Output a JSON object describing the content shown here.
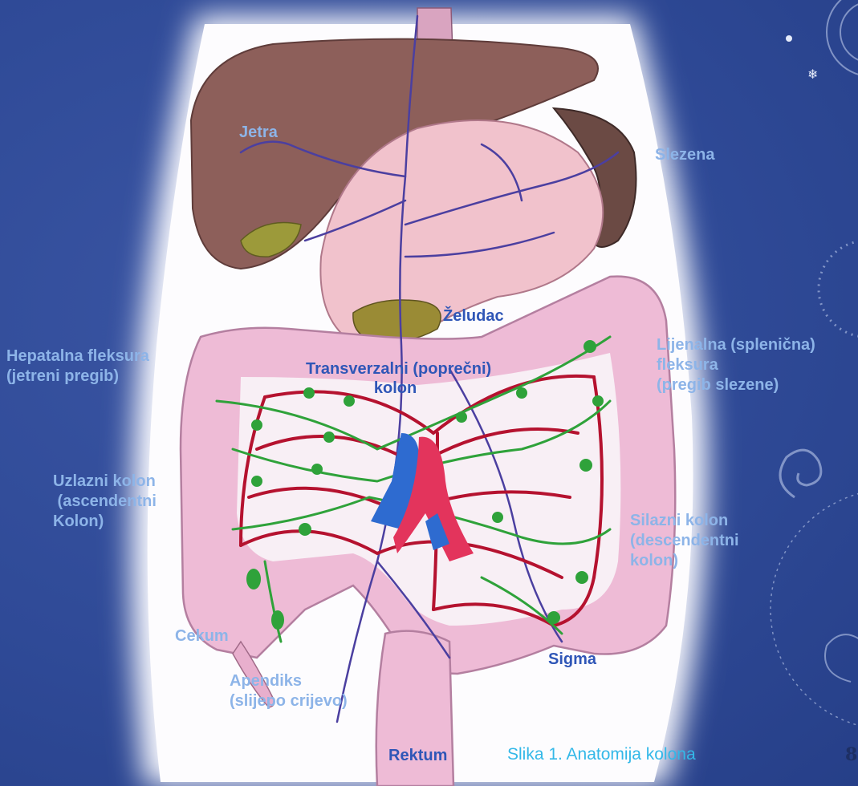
{
  "labels": {
    "jetra": "Jetra",
    "slezena": "Slezena",
    "zeludac": "Želudac",
    "hepatalna": [
      "Hepatalna fleksura",
      "(jetreni pregib)"
    ],
    "transverzalni": [
      "Transverzalni (poprečni)",
      "kolon"
    ],
    "lijenalna": [
      "Lijenalna (splenična)",
      "fleksura",
      "(pregib slezene)"
    ],
    "uzlazni": [
      "Uzlazni kolon",
      " (ascendentni",
      "Kolon)"
    ],
    "silazni": [
      "Silazni kolon",
      "(descendentni",
      "kolon)"
    ],
    "cekum": "Cekum",
    "apendiks": [
      "Apendiks",
      "(slijepo crijevo)"
    ],
    "sigma": "Sigma",
    "rektum": "Rektum"
  },
  "caption": "Slika 1. Anatomija kolona",
  "page_number": "8",
  "colors": {
    "background": "#2f4a97",
    "label_light": "#8db4e8",
    "label_dark": "#2f56b7",
    "caption": "#33b8e8",
    "artery": "#b3122e",
    "vein": "#2e6bd0",
    "lymph": "#2fa23a",
    "colon": "#e8b3d2",
    "liver": "#8a5e58"
  }
}
